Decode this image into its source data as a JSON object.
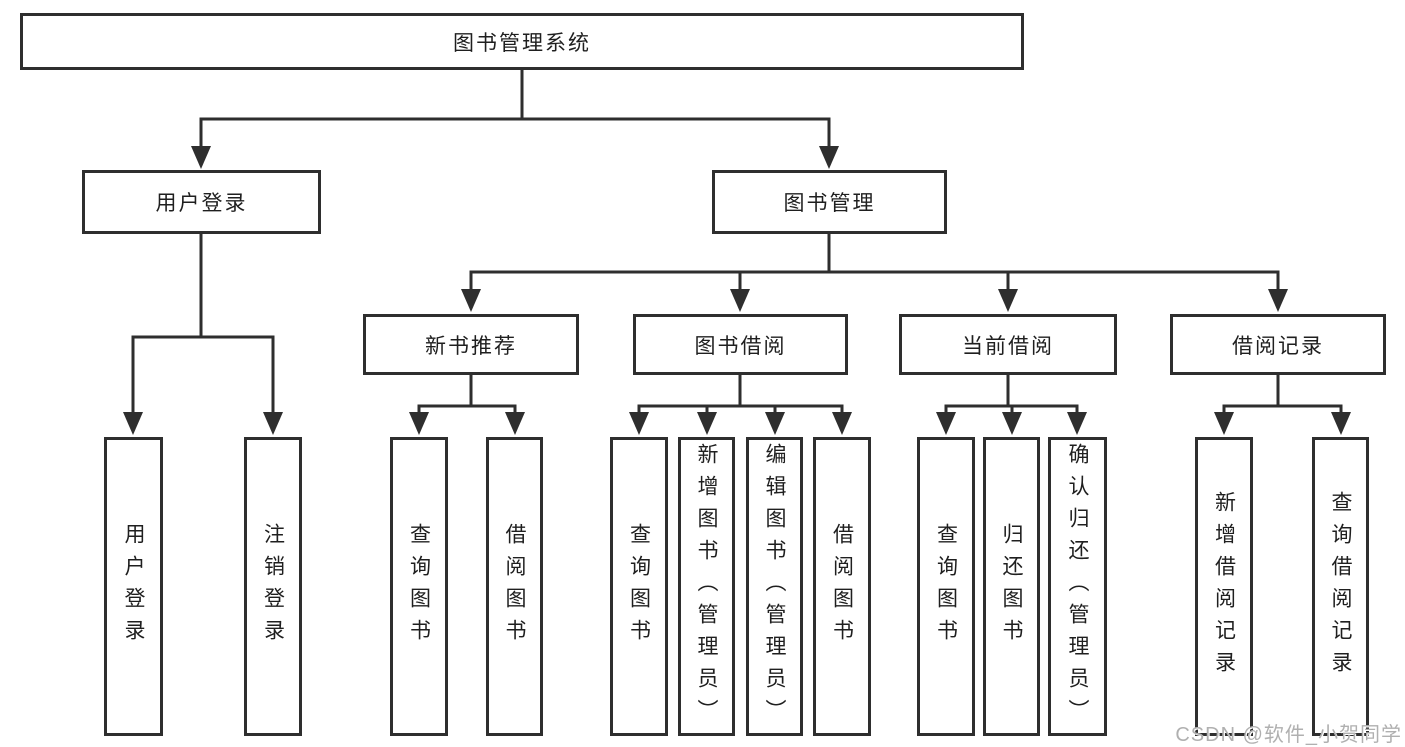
{
  "diagram": {
    "root": {
      "label": "图书管理系统"
    },
    "level2": [
      {
        "label": "用户登录",
        "parent": "图书管理系统"
      },
      {
        "label": "图书管理",
        "parent": "图书管理系统"
      }
    ],
    "level3": [
      {
        "label": "新书推荐",
        "parent": "图书管理"
      },
      {
        "label": "图书借阅",
        "parent": "图书管理"
      },
      {
        "label": "当前借阅",
        "parent": "图书管理"
      },
      {
        "label": "借阅记录",
        "parent": "图书管理"
      }
    ],
    "leaves": [
      {
        "label": "用户登录",
        "parent": "用户登录"
      },
      {
        "label": "注销登录",
        "parent": "用户登录"
      },
      {
        "label": "查询图书",
        "parent": "新书推荐"
      },
      {
        "label": "借阅图书",
        "parent": "新书推荐"
      },
      {
        "label": "查询图书",
        "parent": "图书借阅"
      },
      {
        "label": "新增图书（管理员）",
        "parent": "图书借阅"
      },
      {
        "label": "编辑图书（管理员）",
        "parent": "图书借阅"
      },
      {
        "label": "借阅图书",
        "parent": "图书借阅"
      },
      {
        "label": "查询图书",
        "parent": "当前借阅"
      },
      {
        "label": "归还图书",
        "parent": "当前借阅"
      },
      {
        "label": "确认归还（管理员）",
        "parent": "当前借阅"
      },
      {
        "label": "新增借阅记录",
        "parent": "借阅记录"
      },
      {
        "label": "查询借阅记录",
        "parent": "借阅记录"
      }
    ]
  },
  "watermark": {
    "text": "CSDN @软件_小贺同学"
  },
  "colors": {
    "line": "#2e2e2e",
    "box_border": "#2e2e2e",
    "text": "#1f1f1f",
    "watermark": "#b0b0b0",
    "background": "#ffffff"
  }
}
